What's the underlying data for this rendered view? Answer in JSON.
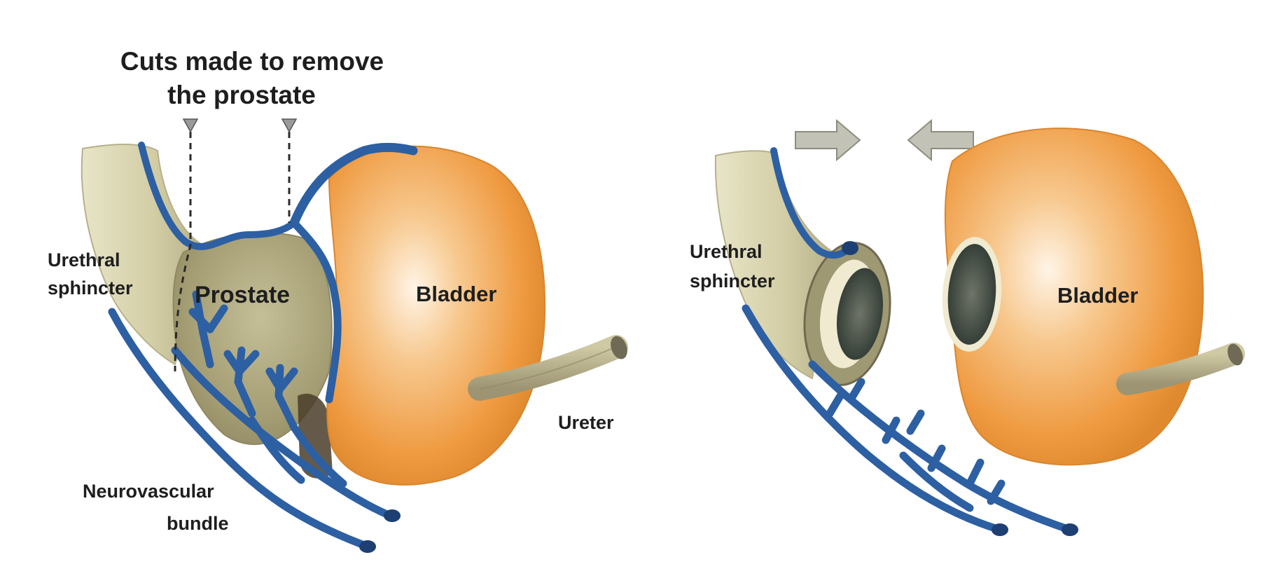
{
  "left_panel": {
    "caption_line1": "Cuts made to remove",
    "caption_line2": "the prostate",
    "urethral_line1": "Urethral",
    "urethral_line2": "sphincter",
    "prostate": "Prostate",
    "bladder": "Bladder",
    "ureter": "Ureter",
    "neuro_line1": "Neurovascular",
    "neuro_line2": "bundle"
  },
  "right_panel": {
    "urethral_line1": "Urethral",
    "urethral_line2": "sphincter",
    "bladder": "Bladder"
  },
  "colors": {
    "nerve_blue": "#2d5fa3",
    "bladder_orange": "#f2a048",
    "urethra_tan": "#d7d2ad",
    "prostate_olive": "#a9a27a",
    "arrow_gray": "#c2c3b6"
  }
}
